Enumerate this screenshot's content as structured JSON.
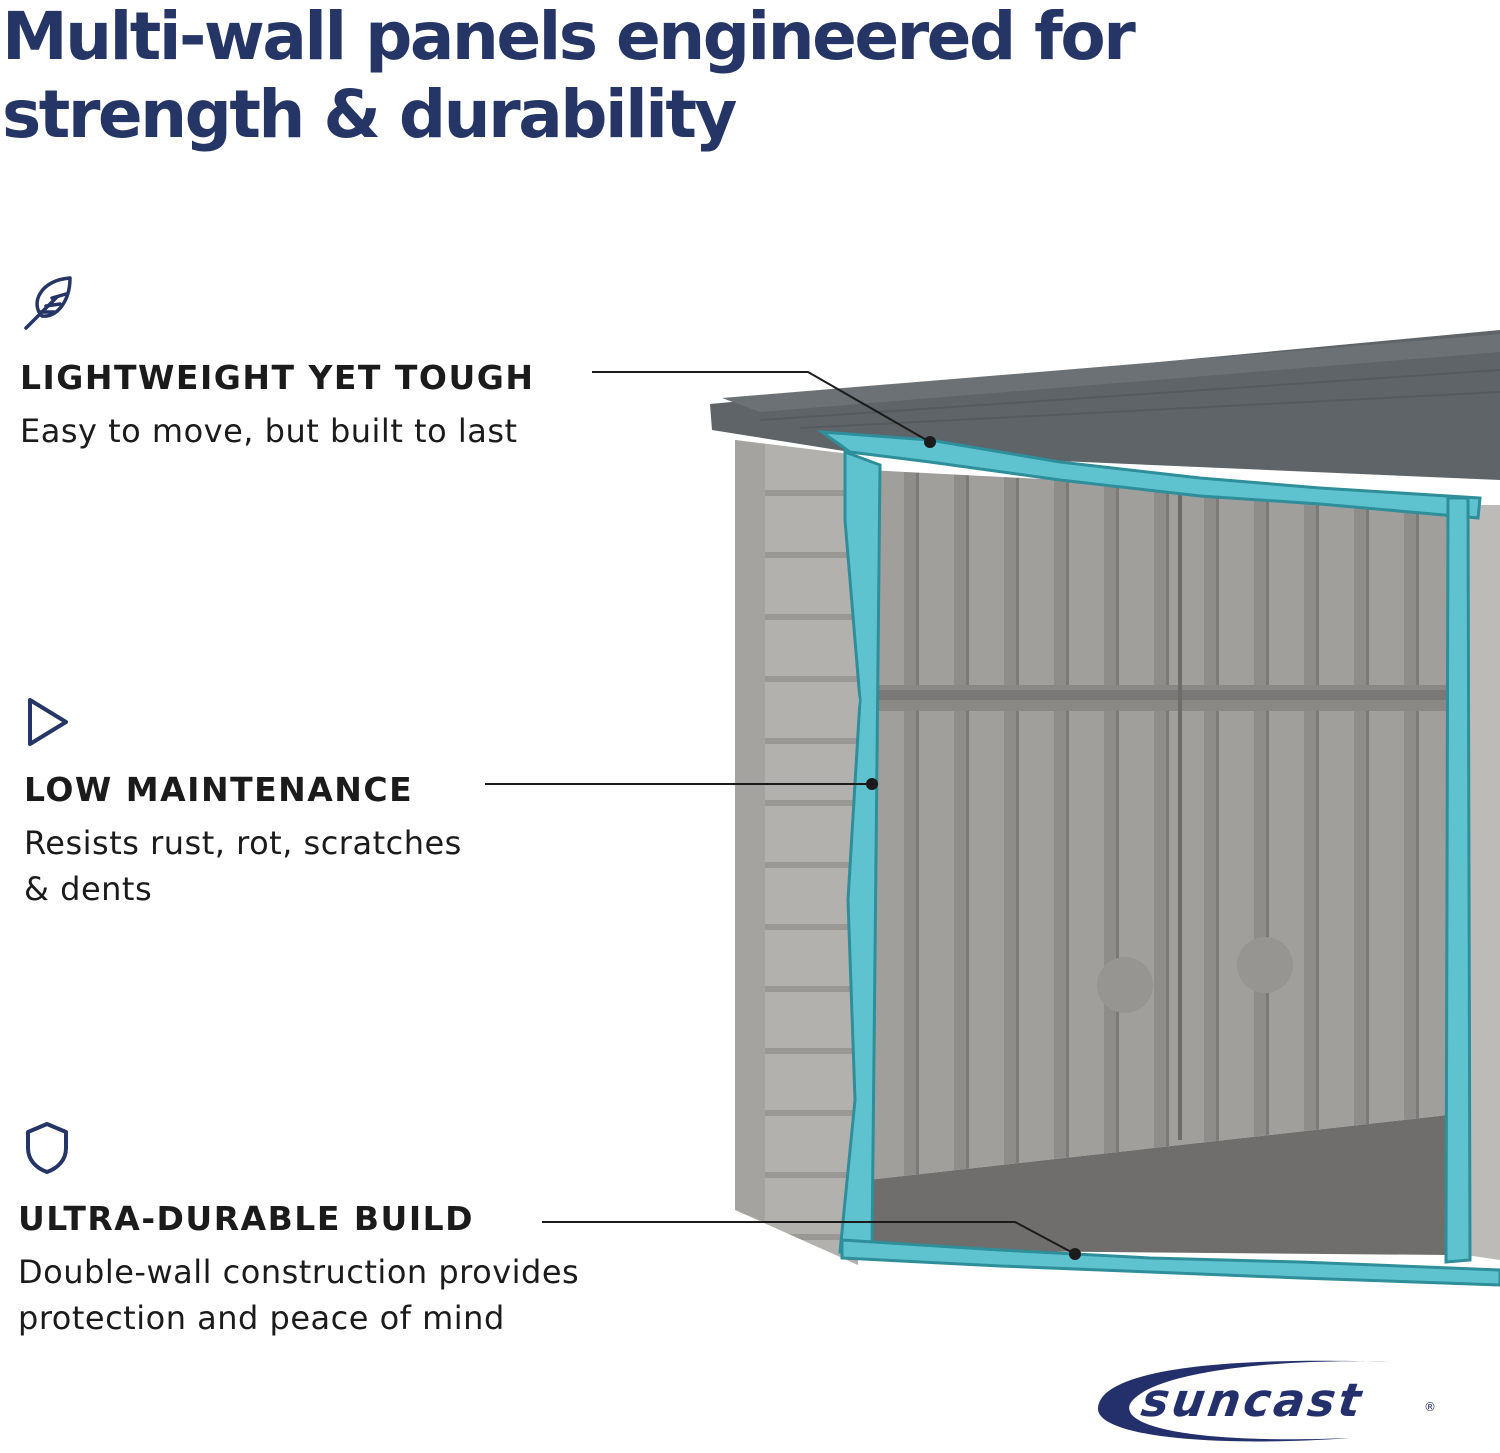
{
  "headline": {
    "line1": "Multi-wall panels engineered for",
    "line2": "strength & durability"
  },
  "features": [
    {
      "icon": "feather-icon",
      "title": "LIGHTWEIGHT YET TOUGH",
      "description": "Easy to move, but built to last"
    },
    {
      "icon": "triangle-play-icon",
      "title": "LOW MAINTENANCE",
      "description": "Resists rust,  rot, scratches\n& dents"
    },
    {
      "icon": "shield-icon",
      "title": "ULTRA-DURABLE BUILD",
      "description": "Double-wall construction provides\nprotection and peace of mind"
    }
  ],
  "brand": {
    "name": "suncast",
    "mark": "®"
  },
  "colors": {
    "headline": "#243566",
    "text": "#1b1b1b",
    "panel_core": "#5ec3cf",
    "shed_wall": "#a7a5a2",
    "shed_roof": "#5d6266",
    "brand": "#24306b"
  }
}
